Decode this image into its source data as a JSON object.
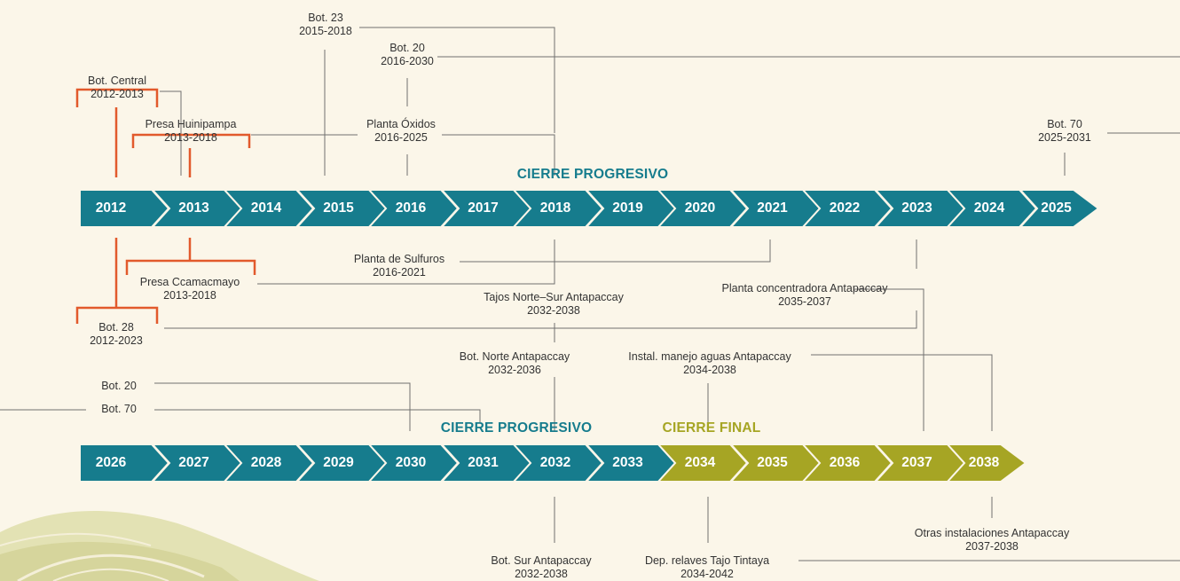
{
  "colors": {
    "teal": "#167c8d",
    "olive": "#a6a524",
    "orange": "#e25a2c",
    "line": "#707070",
    "background": "#fbf6e9"
  },
  "rows": [
    {
      "phases": [
        {
          "text": "CIERRE PROGRESIVO",
          "color": "teal"
        }
      ],
      "years": [
        {
          "y": "2012",
          "c": "teal"
        },
        {
          "y": "2013",
          "c": "teal"
        },
        {
          "y": "2014",
          "c": "teal"
        },
        {
          "y": "2015",
          "c": "teal"
        },
        {
          "y": "2016",
          "c": "teal"
        },
        {
          "y": "2017",
          "c": "teal"
        },
        {
          "y": "2018",
          "c": "teal"
        },
        {
          "y": "2019",
          "c": "teal"
        },
        {
          "y": "2020",
          "c": "teal"
        },
        {
          "y": "2021",
          "c": "teal"
        },
        {
          "y": "2022",
          "c": "teal"
        },
        {
          "y": "2023",
          "c": "teal"
        },
        {
          "y": "2024",
          "c": "teal"
        },
        {
          "y": "2025",
          "c": "teal"
        }
      ]
    },
    {
      "phases": [
        {
          "text": "CIERRE PROGRESIVO",
          "color": "teal"
        },
        {
          "text": "CIERRE FINAL",
          "color": "olive"
        }
      ],
      "years": [
        {
          "y": "2026",
          "c": "teal"
        },
        {
          "y": "2027",
          "c": "teal"
        },
        {
          "y": "2028",
          "c": "teal"
        },
        {
          "y": "2029",
          "c": "teal"
        },
        {
          "y": "2030",
          "c": "teal"
        },
        {
          "y": "2031",
          "c": "teal"
        },
        {
          "y": "2032",
          "c": "teal"
        },
        {
          "y": "2033",
          "c": "teal"
        },
        {
          "y": "2034",
          "c": "olive"
        },
        {
          "y": "2035",
          "c": "olive"
        },
        {
          "y": "2036",
          "c": "olive"
        },
        {
          "y": "2037",
          "c": "olive"
        },
        {
          "y": "2038",
          "c": "olive"
        }
      ]
    }
  ],
  "components": [
    {
      "id": "bot-23",
      "name": "Bot. 23",
      "dates": "2015-2018"
    },
    {
      "id": "bot-20-top",
      "name": "Bot. 20",
      "dates": "2016-2030"
    },
    {
      "id": "bot-central",
      "name": "Bot. Central",
      "dates": "2012-2013"
    },
    {
      "id": "presa-huinipampa",
      "name": "Presa Huinipampa",
      "dates": "2013-2018"
    },
    {
      "id": "planta-oxidos",
      "name": "Planta Óxidos",
      "dates": "2016-2025"
    },
    {
      "id": "bot-70-top",
      "name": "Bot. 70",
      "dates": "2025-2031"
    },
    {
      "id": "planta-sulfuros",
      "name": "Planta de Sulfuros",
      "dates": "2016-2021"
    },
    {
      "id": "presa-ccamacmayo",
      "name": "Presa Ccamacmayo",
      "dates": "2013-2018"
    },
    {
      "id": "tajos-norte-sur",
      "name": "Tajos Norte–Sur Antapaccay",
      "dates": "2032-2038"
    },
    {
      "id": "planta-concentradora",
      "name": "Planta concentradora Antapaccay",
      "dates": "2035-2037"
    },
    {
      "id": "bot-28",
      "name": "Bot. 28",
      "dates": "2012-2023"
    },
    {
      "id": "bot-norte",
      "name": "Bot. Norte Antapaccay",
      "dates": "2032-2036"
    },
    {
      "id": "instal-aguas",
      "name": "Instal. manejo aguas Antapaccay",
      "dates": "2034-2038"
    },
    {
      "id": "bot-20-bottom",
      "name": "Bot. 20",
      "dates": ""
    },
    {
      "id": "bot-70-bottom",
      "name": "Bot. 70",
      "dates": ""
    },
    {
      "id": "bot-sur",
      "name": "Bot. Sur Antapaccay",
      "dates": "2032-2038"
    },
    {
      "id": "dep-relaves",
      "name": "Dep. relaves Tajo Tintaya",
      "dates": "2034-2042"
    },
    {
      "id": "otras-instalaciones",
      "name": "Otras instalaciones Antapaccay",
      "dates": "2037-2038"
    }
  ]
}
